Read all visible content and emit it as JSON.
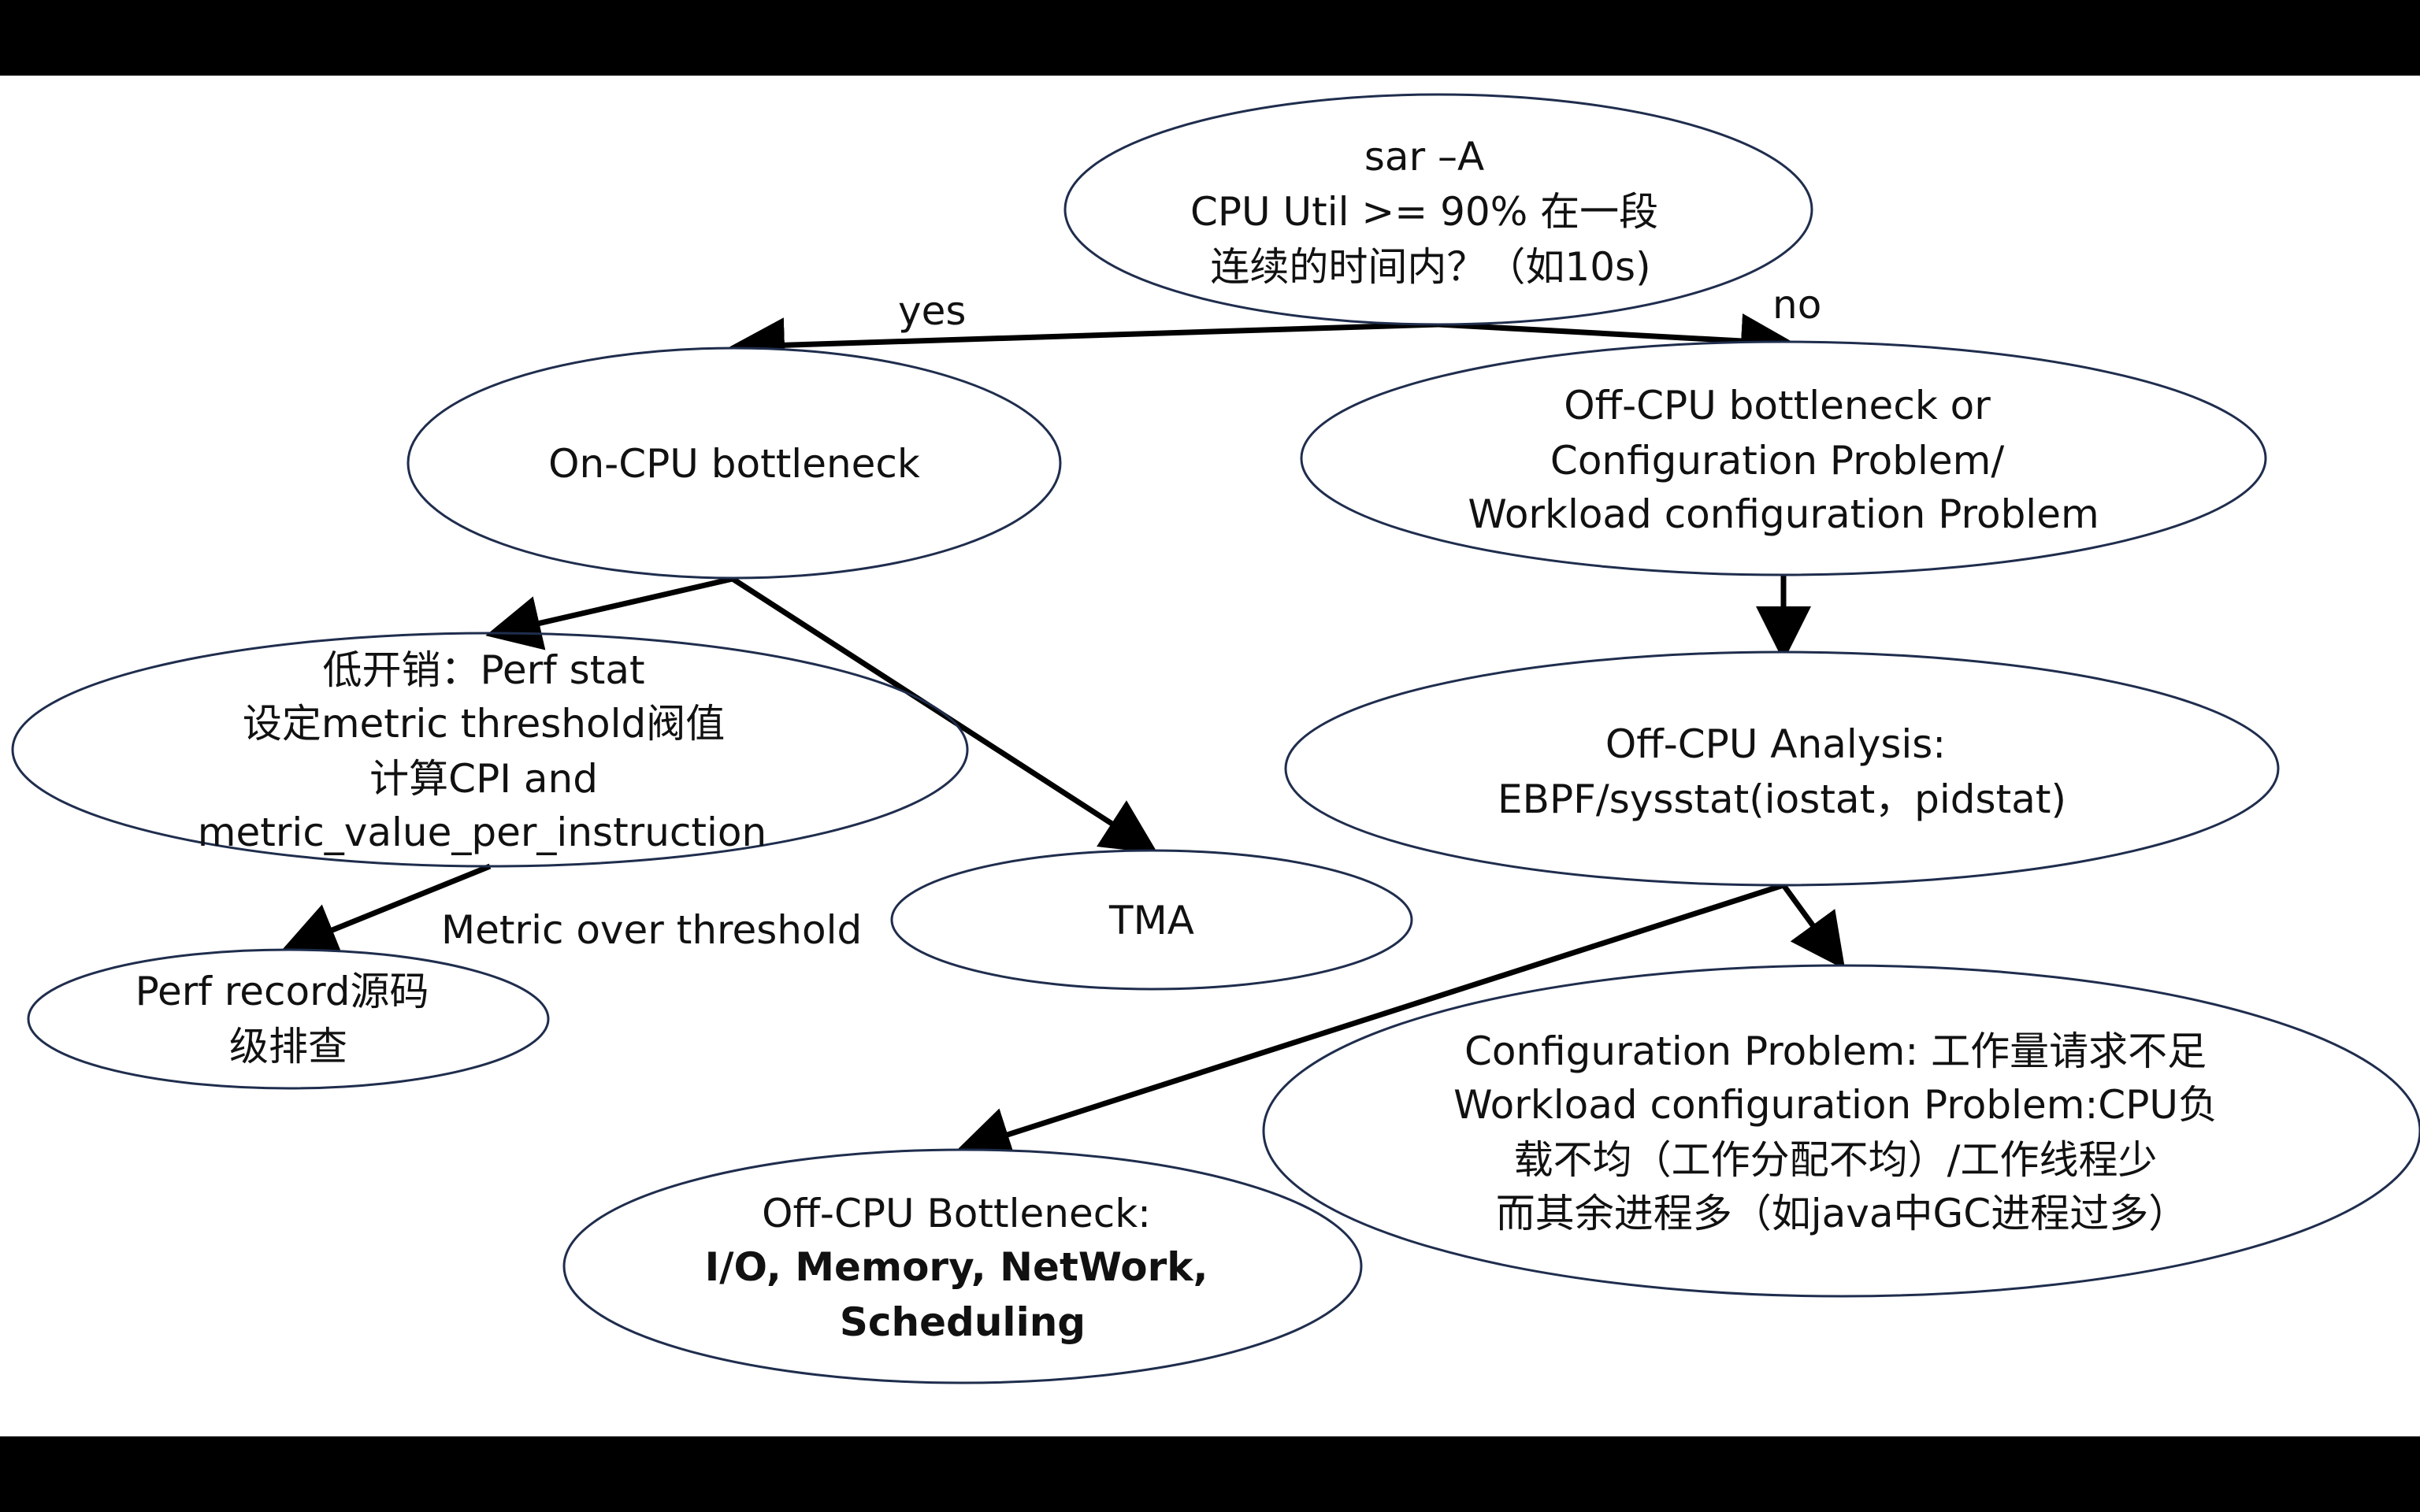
{
  "nodes": {
    "root": [
      "sar –A",
      "CPU Util >= 90% 在一段",
      "连续的时间内？（如10s)"
    ],
    "on_cpu": [
      "On-CPU bottleneck"
    ],
    "off_cpu": [
      "Off-CPU bottleneck or",
      "Configuration Problem/",
      "Workload configuration Problem"
    ],
    "perf_stat": [
      "低开销：Perf stat",
      "设定metric threshold阀值",
      "计算CPI and",
      "metric_value_per_instruction"
    ],
    "perf_record": [
      "Perf record源码",
      "级排查"
    ],
    "tma": [
      "TMA"
    ],
    "off_cpu_analysis": [
      "Off-CPU Analysis:",
      "EBPF/sysstat(iostat，pidstat)"
    ],
    "off_cpu_bottleneck": [
      "Off-CPU Bottleneck:",
      "I/O, Memory, NetWork,",
      "Scheduling"
    ],
    "config_problem": [
      "Configuration Problem: 工作量请求不足",
      "Workload configuration Problem:CPU负",
      "载不均（工作分配不均）/工作线程少",
      "而其余进程多（如java中GC进程过多）"
    ]
  },
  "edge_labels": {
    "yes": "yes",
    "no": "no",
    "metric_over_threshold": "Metric over threshold"
  },
  "colors": {
    "ellipse_stroke": "#1f2d4d",
    "arrow": "#000000",
    "text": "#111111",
    "background": "#ffffff",
    "letterbox": "#000000"
  }
}
